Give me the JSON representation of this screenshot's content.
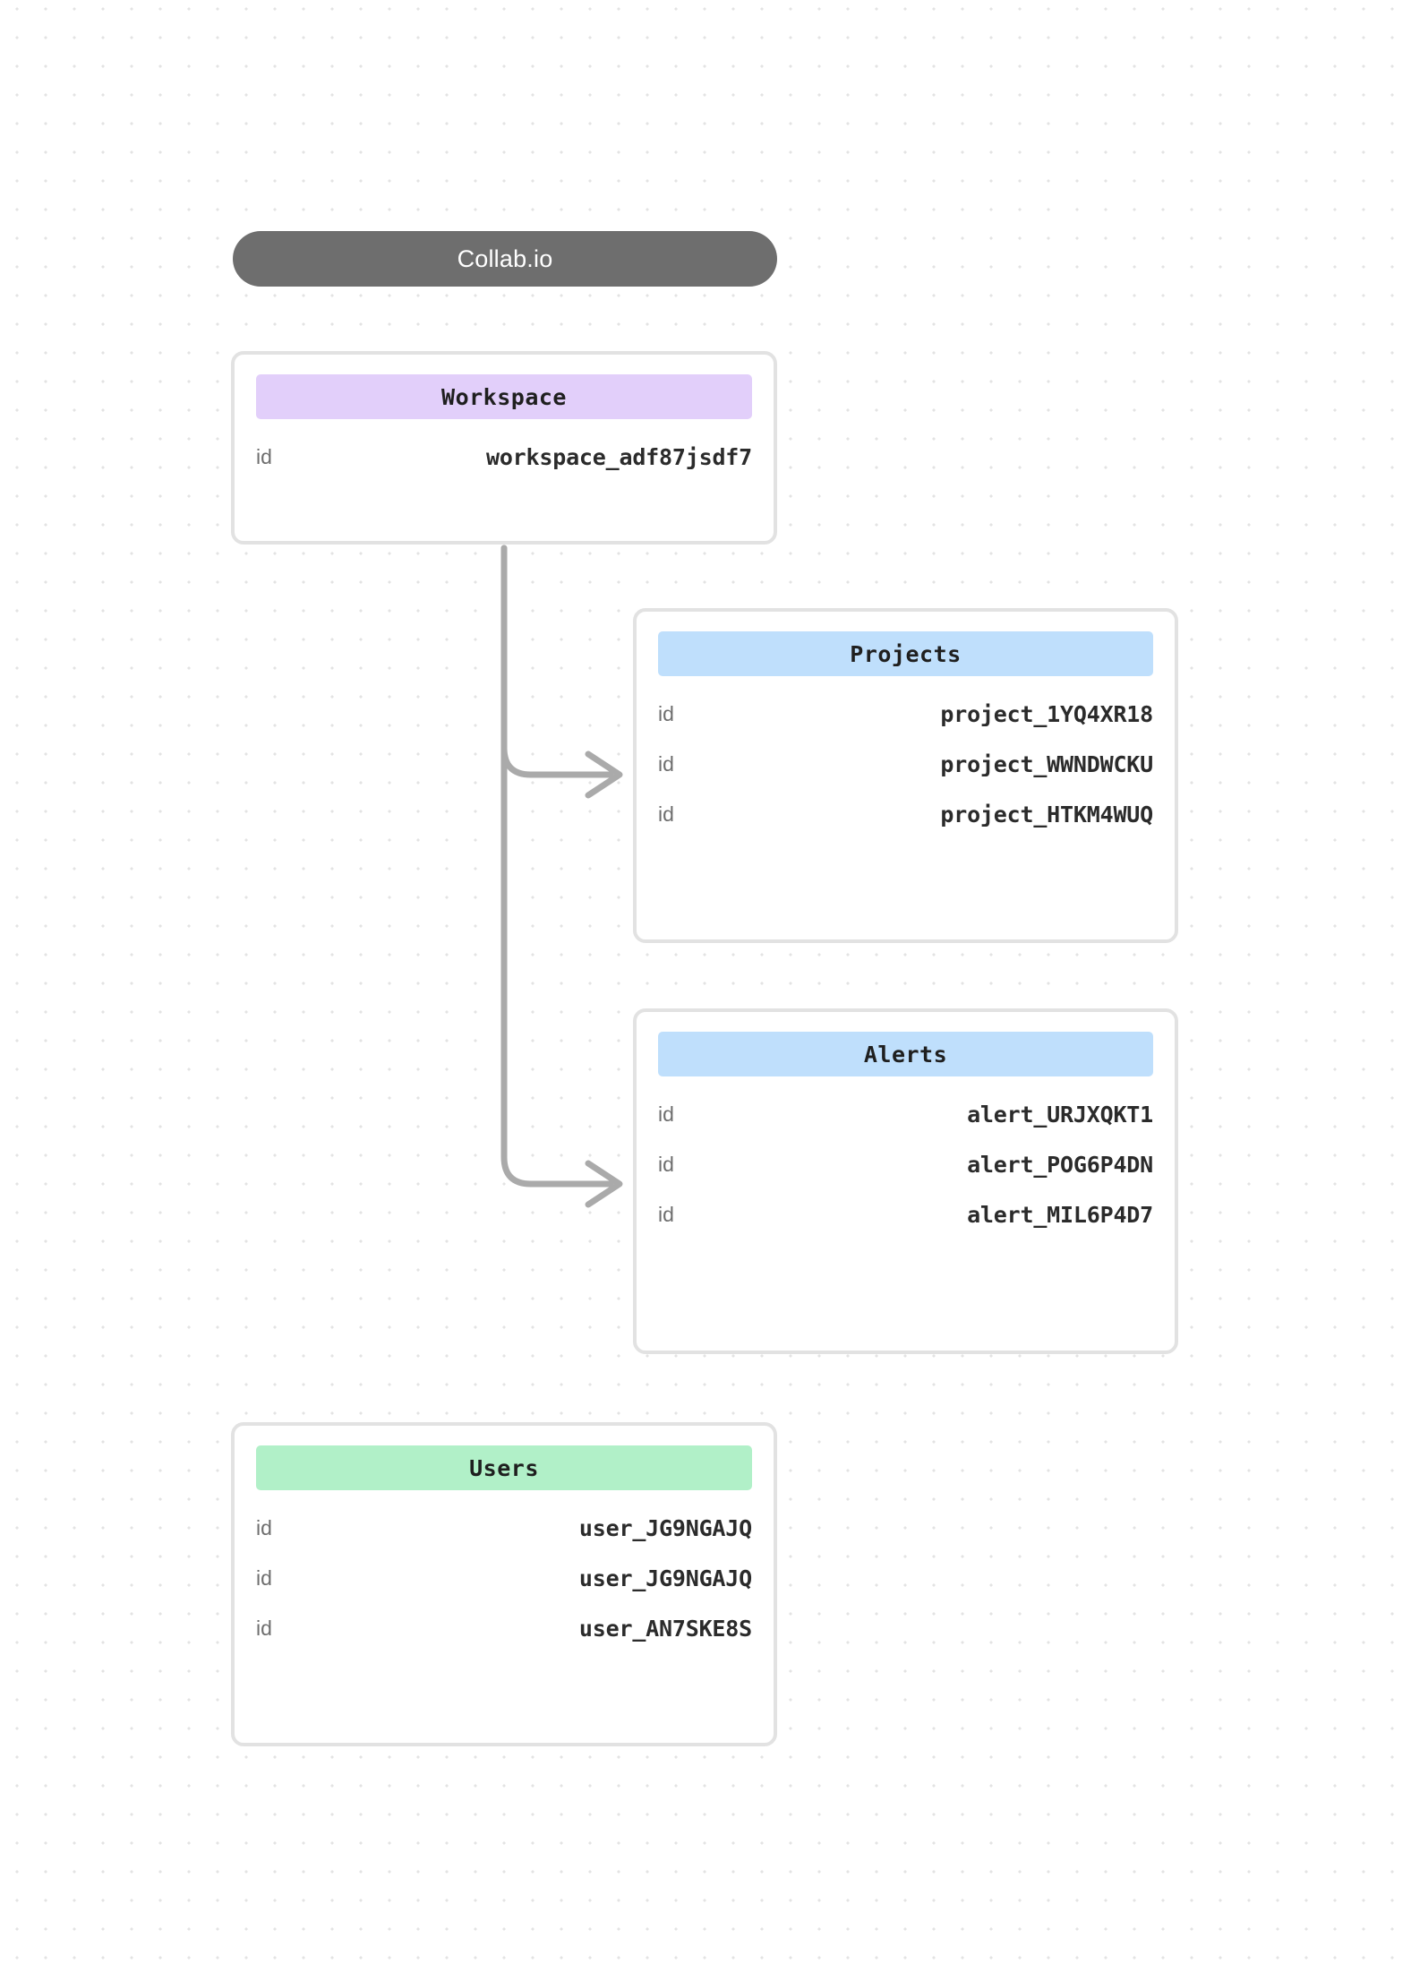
{
  "title": {
    "label": "Collab.io"
  },
  "colors": {
    "title_pill": "#6e6e6e",
    "workspace_header": "#e2cffa",
    "projects_header": "#bfdffc",
    "alerts_header": "#bfdffc",
    "users_header": "#b1f0c8",
    "card_border": "#e2e2e2",
    "connector": "#aaaaaa",
    "grid_dot": "#e3e3e3",
    "key_text": "#6e6e6e",
    "value_text": "#2b2b2b",
    "background": "#ffffff"
  },
  "cards": {
    "workspace": {
      "header": "Workspace",
      "rows": [
        {
          "key": "id",
          "value": "workspace_adf87jsdf7"
        }
      ]
    },
    "projects": {
      "header": "Projects",
      "rows": [
        {
          "key": "id",
          "value": "project_1YQ4XR18"
        },
        {
          "key": "id",
          "value": "project_WWNDWCKU"
        },
        {
          "key": "id",
          "value": "project_HTKM4WUQ"
        }
      ]
    },
    "alerts": {
      "header": "Alerts",
      "rows": [
        {
          "key": "id",
          "value": "alert_URJXQKT1"
        },
        {
          "key": "id",
          "value": "alert_POG6P4DN"
        },
        {
          "key": "id",
          "value": "alert_MIL6P4D7"
        }
      ]
    },
    "users": {
      "header": "Users",
      "rows": [
        {
          "key": "id",
          "value": "user_JG9NGAJQ"
        },
        {
          "key": "id",
          "value": "user_JG9NGAJQ"
        },
        {
          "key": "id",
          "value": "user_AN7SKE8S"
        }
      ]
    }
  },
  "connectors": [
    {
      "from": "workspace",
      "to": "projects"
    },
    {
      "from": "workspace",
      "to": "alerts"
    }
  ]
}
